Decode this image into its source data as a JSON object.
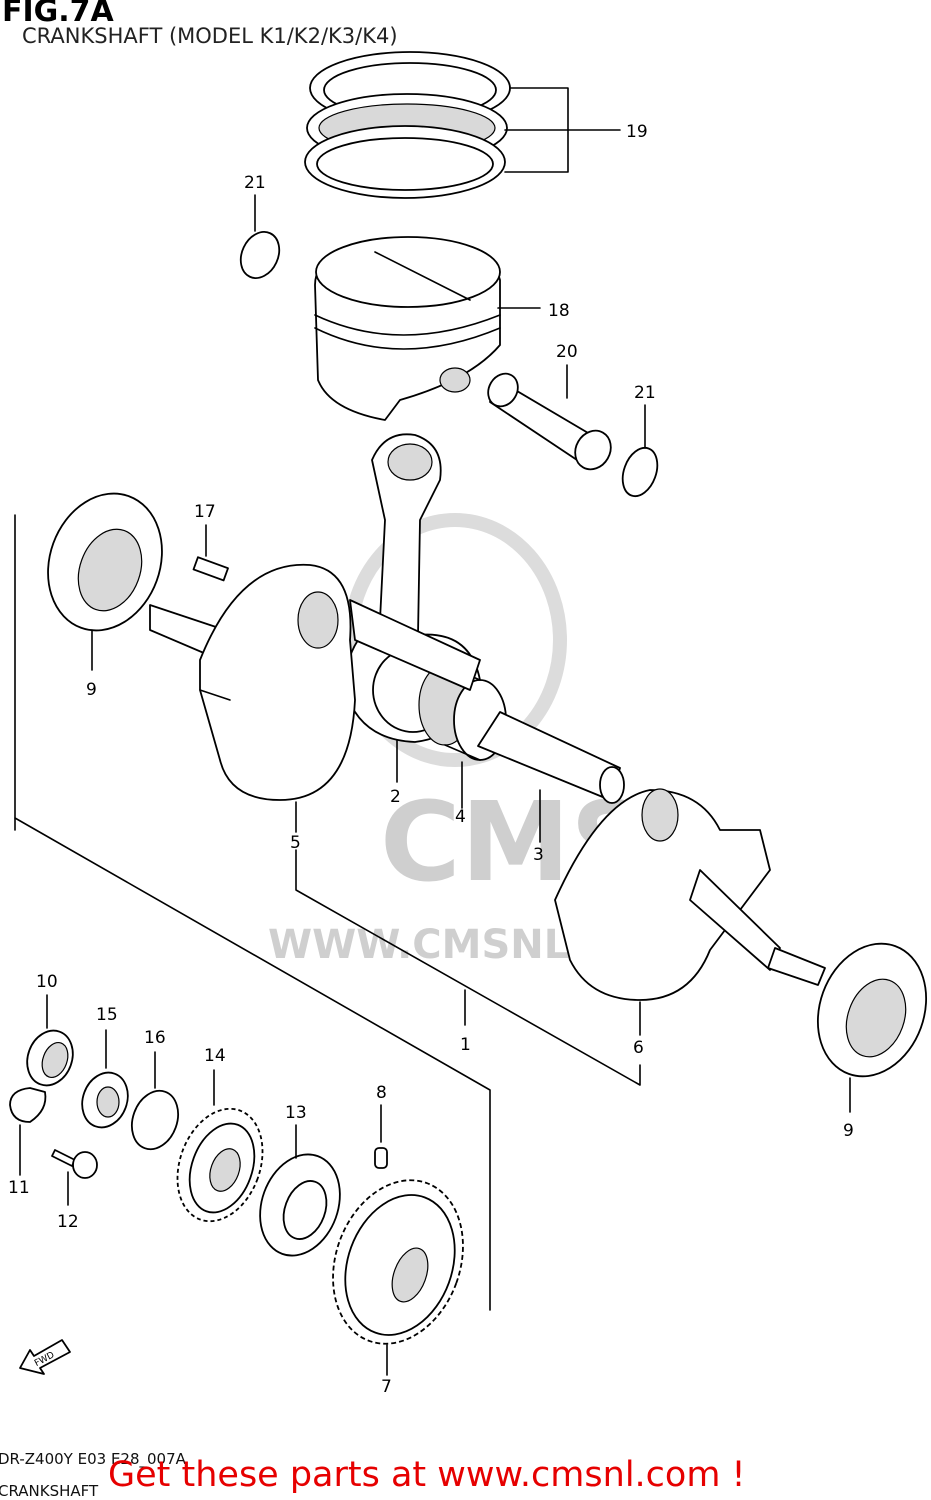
{
  "header": {
    "figure_label": "FIG.7A",
    "title": "CRANKSHAFT (MODEL K1/K2/K3/K4)"
  },
  "footer": {
    "model_code": "DR-Z400Y E03 E28_007A",
    "section_name": "CRANKSHAFT",
    "promo_text": "Get these parts at www.cmsnl.com !"
  },
  "watermark": {
    "logo_text": "CMS",
    "url_text": "WWW.CMSNL.COM"
  },
  "fwd_label": "FWD",
  "callouts": [
    "19",
    "21",
    "18",
    "20",
    "21",
    "17",
    "9",
    "2",
    "4",
    "3",
    "5",
    "6",
    "1",
    "9",
    "10",
    "15",
    "16",
    "14",
    "13",
    "8",
    "11",
    "12",
    "7"
  ],
  "colors": {
    "promo": "#e60000",
    "watermark": "#cfcfcf",
    "line": "#000000"
  }
}
